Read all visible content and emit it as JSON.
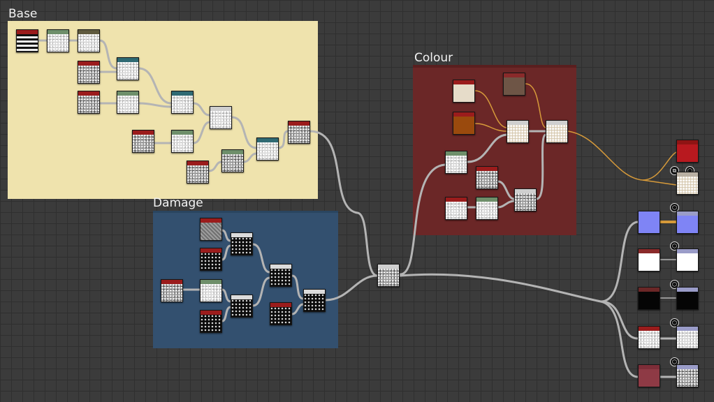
{
  "frames": [
    {
      "id": "base",
      "title": "Base",
      "color": "#efe3ad"
    },
    {
      "id": "damage",
      "title": "Damage",
      "color": "#33506f"
    },
    {
      "id": "colour",
      "title": "Colour",
      "color": "#6b2727"
    }
  ],
  "colors": {
    "wire": "#b4b4b4",
    "wire_highlight": "#d69a3a",
    "header_red": "#9b1c1c",
    "header_green": "#6e8f6a",
    "header_teal": "#2f6a73",
    "header_olive": "#5f5a3e",
    "header_grey": "#8f8f9a"
  },
  "nodes": [
    {
      "name": "base-gradient-node",
      "hdr": "header_red",
      "tex": "tex-stripes"
    },
    {
      "name": "base-levels-node-1",
      "hdr": "header_green",
      "tex": "tex-light"
    },
    {
      "name": "base-levels-node-2",
      "hdr": "header_olive",
      "tex": "tex-light"
    },
    {
      "name": "base-noise-node-1",
      "hdr": "header_red",
      "tex": "tex-noise2"
    },
    {
      "name": "base-blend-node-1",
      "hdr": "header_teal",
      "tex": "tex-light"
    },
    {
      "name": "base-noise-node-2",
      "hdr": "header_red",
      "tex": "tex-noise2"
    },
    {
      "name": "base-levels-node-3",
      "hdr": "header_green",
      "tex": "tex-light"
    },
    {
      "name": "base-blend-node-2",
      "hdr": "header_teal",
      "tex": "tex-light"
    },
    {
      "name": "base-blend-node-3",
      "hdr": "header_grey",
      "tex": "tex-light"
    },
    {
      "name": "base-noise-node-3",
      "hdr": "header_red",
      "tex": "tex-noise2"
    },
    {
      "name": "base-levels-node-4",
      "hdr": "header_green",
      "tex": "tex-light"
    },
    {
      "name": "base-noise-node-4",
      "hdr": "header_red",
      "tex": "tex-noise2"
    },
    {
      "name": "base-levels-node-5",
      "hdr": "header_green",
      "tex": "tex-light"
    },
    {
      "name": "base-blend-node-4",
      "hdr": "header_teal",
      "tex": "tex-light"
    },
    {
      "name": "base-output-node",
      "hdr": "header_red",
      "tex": "tex-noise2"
    }
  ],
  "outputs": [
    {
      "name": "output-basecolor",
      "color": "#7f84f5"
    },
    {
      "name": "output-white",
      "color": "#ffffff"
    },
    {
      "name": "output-black",
      "color": "#050505"
    },
    {
      "name": "output-white-2",
      "color": "#f4f4f4"
    },
    {
      "name": "output-roughness",
      "color": "#8e3a45"
    }
  ],
  "icons": {
    "cube": "cube-icon",
    "wrap": "wrap-icon"
  }
}
